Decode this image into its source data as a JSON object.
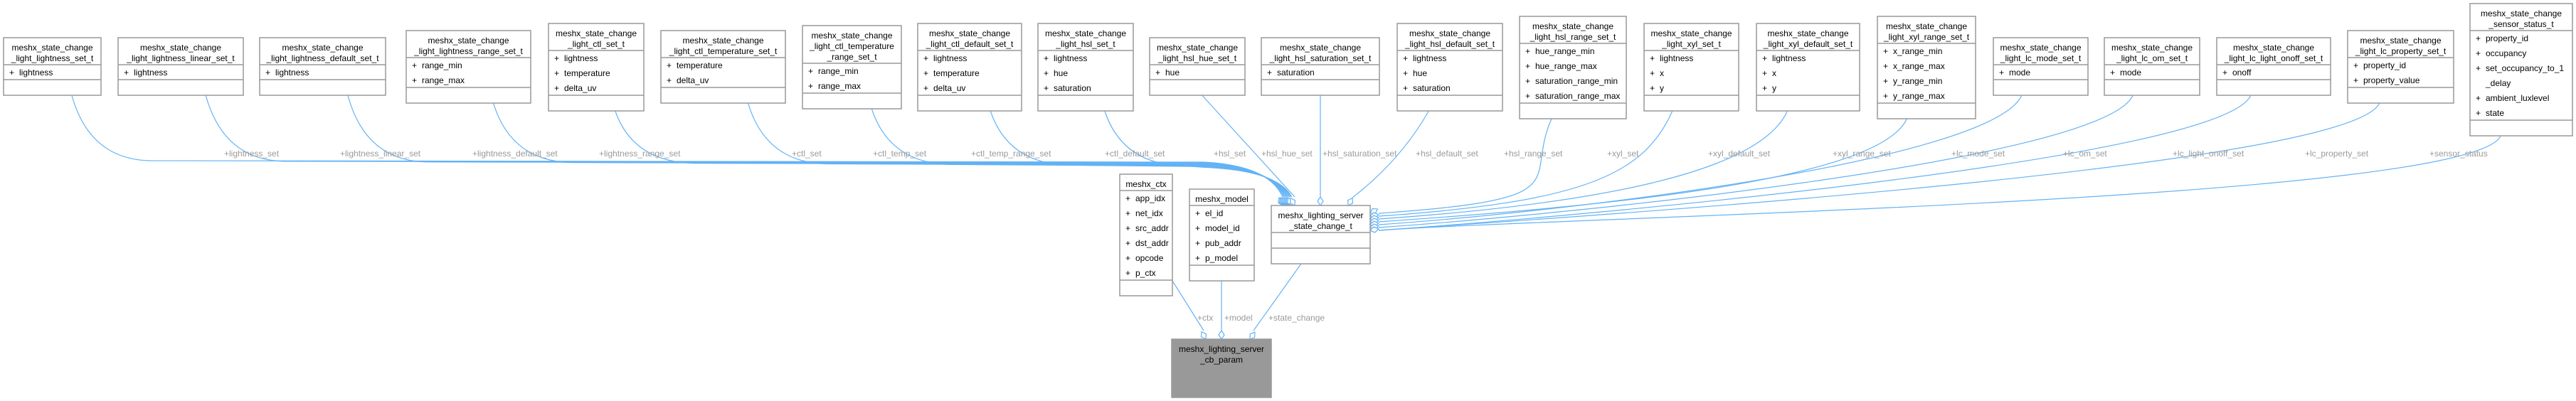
{
  "diagram": {
    "members": [
      {
        "title": [
          "meshx_state_change",
          "_light_lightness_set_t"
        ],
        "attrs": [
          "lightness"
        ],
        "edge_label": "+lightness_set"
      },
      {
        "title": [
          "meshx_state_change",
          "_light_lightness_linear_set_t"
        ],
        "attrs": [
          "lightness"
        ],
        "edge_label": "+lightness_linear_set"
      },
      {
        "title": [
          "meshx_state_change",
          "_light_lightness_default_set_t"
        ],
        "attrs": [
          "lightness"
        ],
        "edge_label": "+lightness_default_set"
      },
      {
        "title": [
          "meshx_state_change",
          "_light_lightness_range_set_t"
        ],
        "attrs": [
          "range_min",
          "range_max"
        ],
        "edge_label": "+lightness_range_set"
      },
      {
        "title": [
          "meshx_state_change",
          "_light_ctl_set_t"
        ],
        "attrs": [
          "lightness",
          "temperature",
          "delta_uv"
        ],
        "edge_label": "+ctl_set"
      },
      {
        "title": [
          "meshx_state_change",
          "_light_ctl_temperature_set_t"
        ],
        "attrs": [
          "temperature",
          "delta_uv"
        ],
        "edge_label": "+ctl_temp_set"
      },
      {
        "title": [
          "meshx_state_change",
          "_light_ctl_temperature",
          "_range_set_t"
        ],
        "attrs": [
          "range_min",
          "range_max"
        ],
        "edge_label": "+ctl_temp_range_set"
      },
      {
        "title": [
          "meshx_state_change",
          "_light_ctl_default_set_t"
        ],
        "attrs": [
          "lightness",
          "temperature",
          "delta_uv"
        ],
        "edge_label": "+ctl_default_set"
      },
      {
        "title": [
          "meshx_state_change",
          "_light_hsl_set_t"
        ],
        "attrs": [
          "lightness",
          "hue",
          "saturation"
        ],
        "edge_label": "+hsl_set"
      },
      {
        "title": [
          "meshx_state_change",
          "_light_hsl_hue_set_t"
        ],
        "attrs": [
          "hue"
        ],
        "edge_label": "+hsl_hue_set"
      },
      {
        "title": [
          "meshx_state_change",
          "_light_hsl_saturation_set_t"
        ],
        "attrs": [
          "saturation"
        ],
        "edge_label": "+hsl_saturation_set"
      },
      {
        "title": [
          "meshx_state_change",
          "_light_hsl_default_set_t"
        ],
        "attrs": [
          "lightness",
          "hue",
          "saturation"
        ],
        "edge_label": "+hsl_default_set"
      },
      {
        "title": [
          "meshx_state_change",
          "_light_hsl_range_set_t"
        ],
        "attrs": [
          "hue_range_min",
          "hue_range_max",
          "saturation_range_min",
          "saturation_range_max"
        ],
        "edge_label": "+hsl_range_set"
      },
      {
        "title": [
          "meshx_state_change",
          "_light_xyl_set_t"
        ],
        "attrs": [
          "lightness",
          "x",
          "y"
        ],
        "edge_label": "+xyl_set"
      },
      {
        "title": [
          "meshx_state_change",
          "_light_xyl_default_set_t"
        ],
        "attrs": [
          "lightness",
          "x",
          "y"
        ],
        "edge_label": "+xyl_default_set"
      },
      {
        "title": [
          "meshx_state_change",
          "_light_xyl_range_set_t"
        ],
        "attrs": [
          "x_range_min",
          "x_range_max",
          "y_range_min",
          "y_range_max"
        ],
        "edge_label": "+xyl_range_set"
      },
      {
        "title": [
          "meshx_state_change",
          "_light_lc_mode_set_t"
        ],
        "attrs": [
          "mode"
        ],
        "edge_label": "+lc_mode_set"
      },
      {
        "title": [
          "meshx_state_change",
          "_light_lc_om_set_t"
        ],
        "attrs": [
          "mode"
        ],
        "edge_label": "+lc_om_set"
      },
      {
        "title": [
          "meshx_state_change",
          "_light_lc_light_onoff_set_t"
        ],
        "attrs": [
          "onoff"
        ],
        "edge_label": "+lc_light_onoff_set"
      },
      {
        "title": [
          "meshx_state_change",
          "_light_lc_property_set_t"
        ],
        "attrs": [
          "property_id",
          "property_value"
        ],
        "edge_label": "+lc_property_set"
      },
      {
        "title": [
          "meshx_state_change",
          "_sensor_status_t"
        ],
        "attrs": [
          "property_id",
          "occupancy",
          "set_occupancy_to_1",
          "_delay",
          "ambient_luxlevel",
          "state"
        ],
        "edge_label": "+sensor_status"
      }
    ],
    "ctx": {
      "title": [
        "meshx_ctx"
      ],
      "attrs": [
        "app_idx",
        "net_idx",
        "src_addr",
        "dst_addr",
        "opcode",
        "p_ctx"
      ],
      "edge_label": "+ctx"
    },
    "model": {
      "title": [
        "meshx_model"
      ],
      "attrs": [
        "el_id",
        "model_id",
        "pub_addr",
        "p_model"
      ],
      "edge_label": "+model"
    },
    "server": {
      "title": [
        "meshx_lighting_server",
        "_state_change_t"
      ],
      "attrs": [],
      "edge_label": "+state_change"
    },
    "root": {
      "title": [
        "meshx_lighting_server",
        "_cb_param"
      ],
      "attrs": []
    },
    "colors": {
      "edge": "#63b2f5",
      "border": "#999999",
      "root_fill": "#999999",
      "label": "#9a9a9a"
    }
  }
}
